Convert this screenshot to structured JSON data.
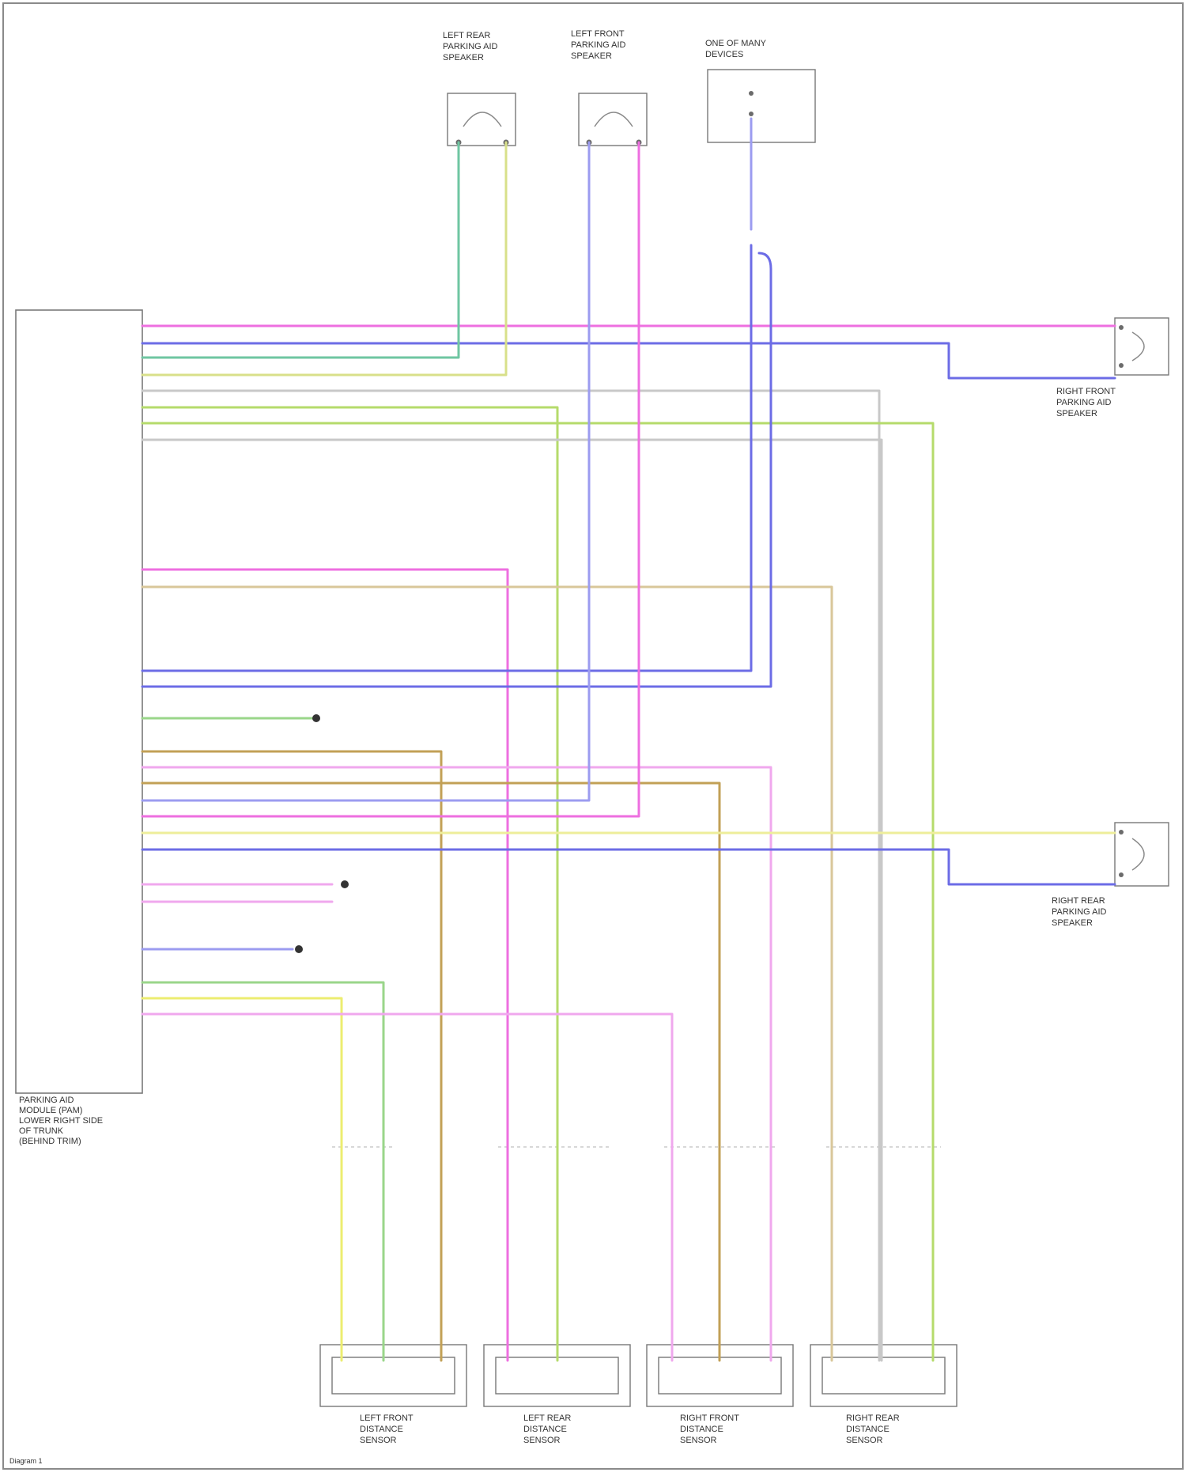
{
  "colors": {
    "pink": "#ee6fe0",
    "blue": "#6c6ce6",
    "cyan_green": "#6fc6a2",
    "yellow_green": "#d8e08a",
    "grey": "#c8c8c8",
    "green": "#b5db6b",
    "tan": "#c2a056",
    "light_pink": "#f0a8ee",
    "light_yellow": "#eeee9a",
    "light_tan": "#d9c79a",
    "lavender": "#9c9cf0",
    "light_green": "#9ad68a",
    "yellow": "#eced70"
  },
  "labels": {
    "module_blocks": [
      "PARKING AID",
      "MODULE (PAM)",
      "LOWER RIGHT SIDE",
      "OF TRUNK",
      "(BEHIND TRIM)"
    ],
    "top_left_speaker": [
      "LEFT REAR",
      "PARKING AID",
      "SPEAKER"
    ],
    "top_mid_speaker": [
      "LEFT FRONT",
      "PARKING AID",
      "SPEAKER"
    ],
    "top_right_box": [
      "ONE OF MANY",
      "DEVICES"
    ],
    "rf_speaker": [
      "RIGHT FRONT",
      "PARKING AID",
      "SPEAKER"
    ],
    "rr_speaker": [
      "RIGHT REAR",
      "PARKING AID",
      "SPEAKER"
    ],
    "sensor_lf": [
      "LEFT FRONT",
      "DISTANCE",
      "SENSOR"
    ],
    "sensor_lr": [
      "LEFT REAR",
      "DISTANCE",
      "SENSOR"
    ],
    "sensor_rf": [
      "RIGHT FRONT",
      "DISTANCE",
      "SENSOR"
    ],
    "sensor_rr": [
      "RIGHT REAR",
      "DISTANCE",
      "SENSOR"
    ],
    "footer": "Diagram 1"
  }
}
